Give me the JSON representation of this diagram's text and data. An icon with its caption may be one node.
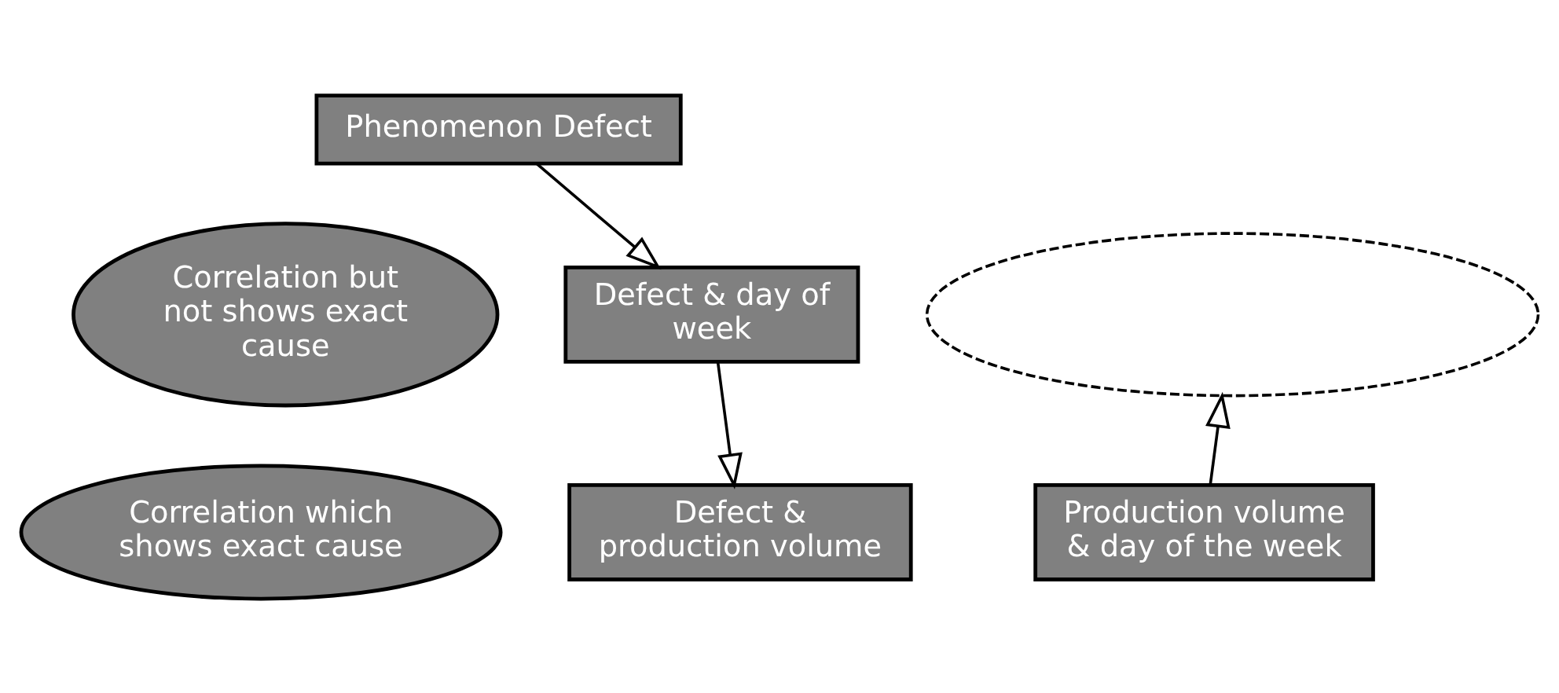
{
  "diagram": {
    "nodes": [
      {
        "text": [
          "Phenomenon Defect"
        ]
      },
      {
        "text": [],
        "shape": "ellipse"
      },
      {
        "text": [
          "Correlation but not shows exact cause"
        ]
      },
      {
        "text": [
          "Defect & day of week"
        ]
      },
      {
        "text": [
          "Production volume & day of the week"
        ]
      },
      {
        "text": [
          "Correlation which shows exact cause"
        ]
      },
      {
        "text": [
          "Defect & production volume"
        ]
      }
    ],
    "edges": [
      {
        "from": 0,
        "to": 3,
        "arrow": "to"
      },
      {
        "from": 3,
        "to": 6,
        "arrow": "to"
      },
      {
        "from": 4,
        "to": 1,
        "arrow": "to"
      }
    ]
  }
}
